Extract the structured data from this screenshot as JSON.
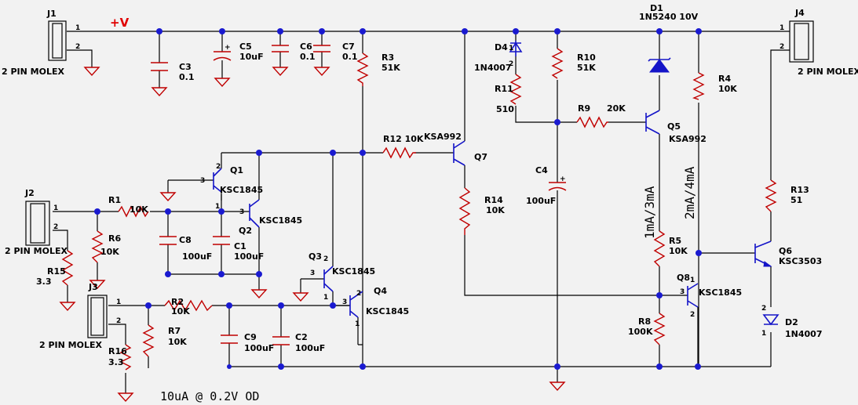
{
  "connectors": {
    "j1": {
      "ref": "J1",
      "type": "2 PIN MOLEX",
      "pin1": "1",
      "pin2": "2"
    },
    "j2": {
      "ref": "J2",
      "type": "2 PIN MOLEX",
      "pin1": "1",
      "pin2": "2"
    },
    "j3": {
      "ref": "J3",
      "type": "2 PIN MOLEX",
      "pin1": "1",
      "pin2": "2"
    },
    "j4": {
      "ref": "J4",
      "type": "2 PIN MOLEX",
      "pin1": "1",
      "pin2": "2"
    }
  },
  "rail": {
    "label": "+V"
  },
  "capacitors": {
    "c3": {
      "ref": "C3",
      "value": "0.1"
    },
    "c5": {
      "ref": "C5",
      "value": "10uF"
    },
    "c6": {
      "ref": "C6",
      "value": "0.1"
    },
    "c7": {
      "ref": "C7",
      "value": "0.1"
    },
    "c4": {
      "ref": "C4",
      "value": "100uF"
    },
    "c8": {
      "ref": "C8",
      "value": "100uF"
    },
    "c1": {
      "ref": "C1",
      "value": "100uF"
    },
    "c9": {
      "ref": "C9",
      "value": "100uF"
    },
    "c2": {
      "ref": "C2",
      "value": "100uF"
    }
  },
  "resistors": {
    "r3": {
      "ref": "R3",
      "value": "51K"
    },
    "r10": {
      "ref": "R10",
      "value": "51K"
    },
    "r11": {
      "ref": "R11",
      "value": "510"
    },
    "r9": {
      "ref": "R9",
      "value": "20K"
    },
    "r4": {
      "ref": "R4",
      "value": "10K"
    },
    "r12": {
      "ref": "R12 10K"
    },
    "r1": {
      "ref": "R1",
      "value": "10K"
    },
    "r6": {
      "ref": "R6",
      "value": "10K"
    },
    "r15": {
      "ref": "R15",
      "value": "3.3"
    },
    "r14": {
      "ref": "R14",
      "value": "10K"
    },
    "r13": {
      "ref": "R13",
      "value": "51"
    },
    "r5": {
      "ref": "R5",
      "value": "10K"
    },
    "r2": {
      "ref": "R2",
      "value": "10K"
    },
    "r7": {
      "ref": "R7",
      "value": "10K"
    },
    "r16": {
      "ref": "R16",
      "value": "3.3"
    },
    "r8": {
      "ref": "R8",
      "value": "100K"
    }
  },
  "diodes": {
    "d1": {
      "ref": "D1",
      "value": "1N5240 10V"
    },
    "d4": {
      "ref": "D4",
      "value": "1N4007"
    },
    "d2": {
      "ref": "D2",
      "value": "1N4007"
    }
  },
  "transistors": {
    "q1": {
      "ref": "Q1",
      "part": "KSC1845"
    },
    "q2": {
      "ref": "Q2",
      "part": "KSC1845"
    },
    "q3": {
      "ref": "Q3",
      "part": "KSC1845"
    },
    "q4": {
      "ref": "Q4",
      "part": "KSC1845"
    },
    "q5": {
      "ref": "Q5",
      "part": "KSA992"
    },
    "q6": {
      "ref": "Q6",
      "part": "KSC3503"
    },
    "q7": {
      "ref": "Q7",
      "part": "KSA992"
    },
    "q8": {
      "ref": "Q8",
      "part": "KSC1845"
    }
  },
  "pin_numbers": {
    "one": "1",
    "two": "2",
    "three": "3"
  },
  "annotations": {
    "range_1": "1mA/3mA",
    "range_2": "2mA/4mA",
    "spec": "10uA @ 0.2V OD"
  }
}
